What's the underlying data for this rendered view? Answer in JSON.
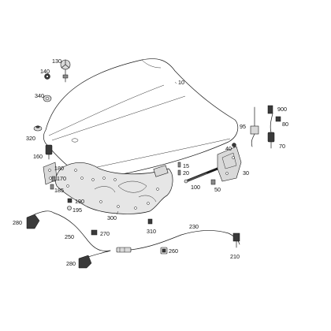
{
  "diagram": {
    "callouts": {
      "c10": "10",
      "c130": "130",
      "c140": "140",
      "c340": "340",
      "c320": "320",
      "c160": "160",
      "c180": "180",
      "c170": "170",
      "c185": "185",
      "c190": "190",
      "c195": "195",
      "c280a": "280",
      "c250": "250",
      "c270": "270",
      "c280b": "280",
      "c300": "300",
      "c310": "310",
      "c230": "230",
      "c260": "260",
      "c210": "210",
      "c100": "100",
      "c50": "50",
      "c15": "15",
      "c20": "20",
      "c40": "40",
      "c30": "30",
      "c95": "95",
      "c900": "900",
      "c80": "80",
      "c70": "70"
    }
  }
}
